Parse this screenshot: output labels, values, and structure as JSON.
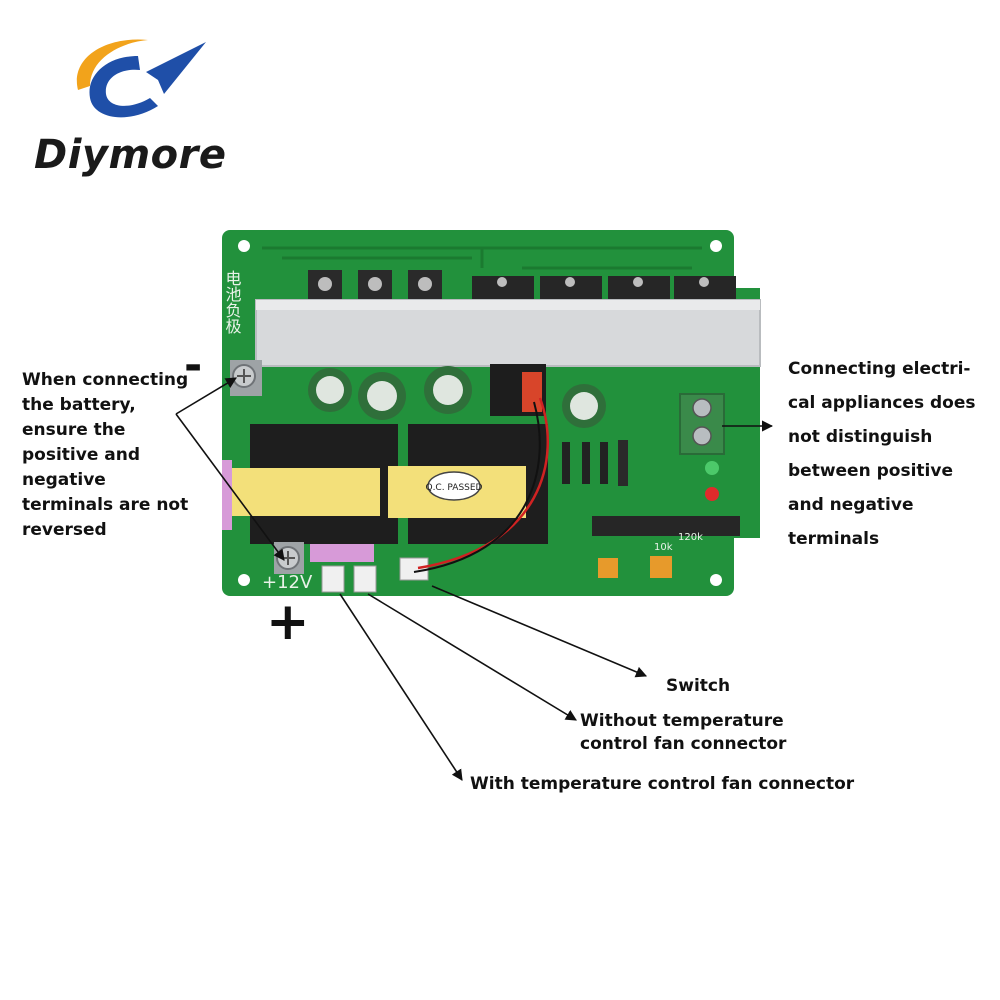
{
  "brand": {
    "name": "Diymore",
    "logo_colors": {
      "blue": "#1f4fa8",
      "orange": "#f2a31b"
    }
  },
  "board": {
    "pcb_color": "#22913c",
    "heatsink_color": "#d7d9db",
    "transformer_color": "#f3e07a",
    "capacitor_color": "#2f6f3a",
    "terminal_color": "#3a8a4a",
    "fuse_color": "#d79ad8",
    "silkscreen": {
      "plus12v": "+12V",
      "battery_negative": "电池负极",
      "qc_stamp": "Q.C. PASSED",
      "k10": "10k",
      "k120": "120k"
    }
  },
  "symbols": {
    "minus": "-",
    "plus": "+"
  },
  "annotations": {
    "battery": {
      "lines": [
        "When connecting",
        "the battery,",
        "ensure the",
        "positive and",
        "negative",
        "terminals are not",
        "reversed"
      ]
    },
    "appliance": {
      "lines": [
        "Connecting electri-",
        "cal appliances does",
        "not distinguish",
        "between positive",
        "and negative",
        "terminals"
      ]
    },
    "switch": {
      "text": "Switch"
    },
    "no_temp_fan": {
      "lines": [
        "Without temperature",
        "control fan connector"
      ]
    },
    "temp_fan": {
      "text": "With temperature control fan connector"
    }
  }
}
